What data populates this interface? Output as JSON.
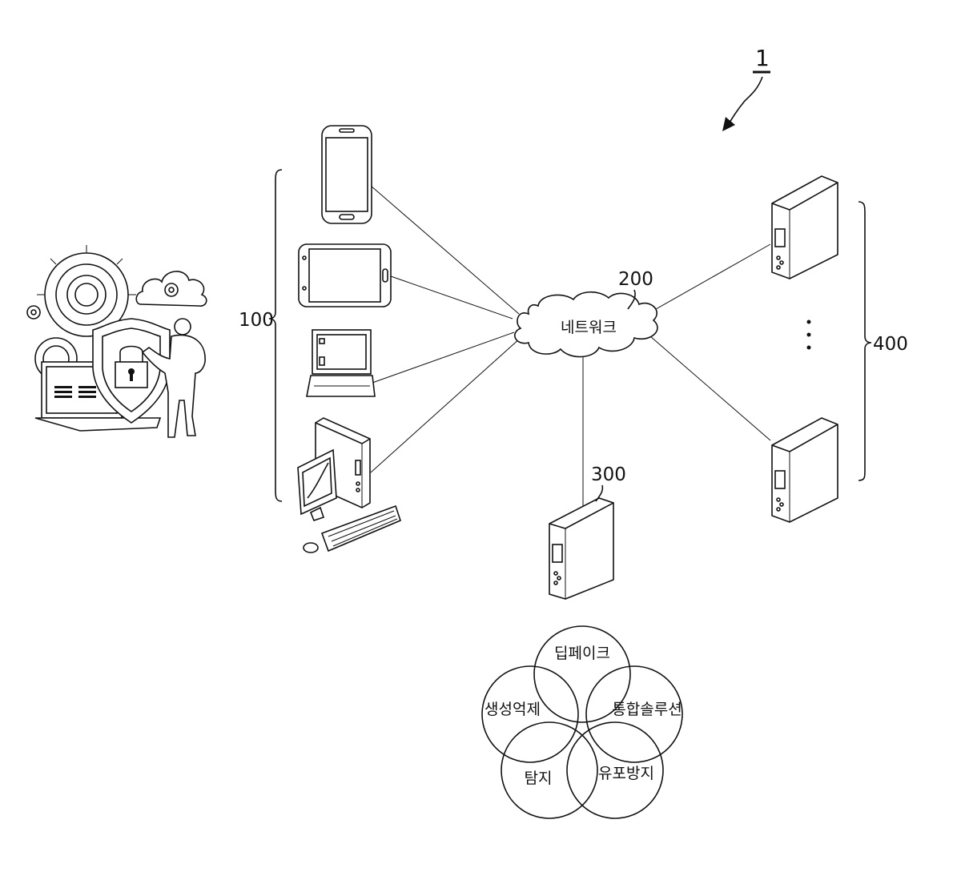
{
  "figure_ref": "1",
  "labels": {
    "terminals": "100",
    "network_ref": "200",
    "network_name": "네트워크",
    "server_ref": "300",
    "external_ref": "400"
  },
  "venn": {
    "top": "딥페이크",
    "left": "생성억제",
    "right": "통합솔루션",
    "bottom_left": "탐지",
    "bottom_right": "유포방지"
  }
}
